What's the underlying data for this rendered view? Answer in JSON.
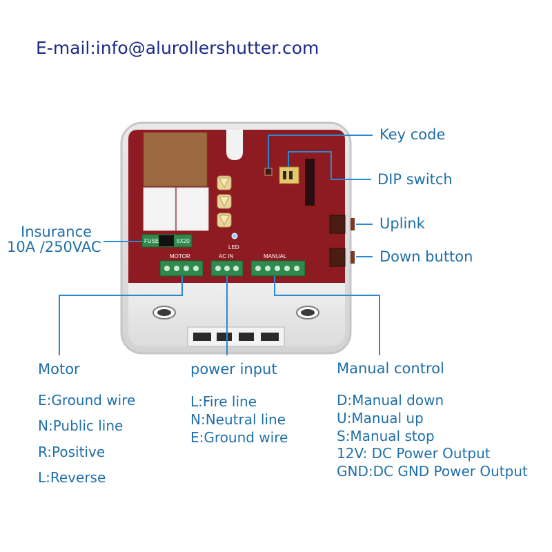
{
  "email": "E-mail:info@alurollershutter.com",
  "board": {
    "fuse_label": "FUSE",
    "fuse_size": "5X20",
    "led_label": "LED",
    "terminal_motor": "MOTOR",
    "terminal_acin": "AC IN",
    "terminal_manual": "MANUAL"
  },
  "callouts": {
    "key_code": "Key code",
    "dip_switch": "DIP switch",
    "uplink": "Uplink",
    "down_button": "Down button",
    "insurance_line1": "Insurance",
    "insurance_line2": "10A /250VAC"
  },
  "motor": {
    "heading": "Motor",
    "items": [
      "E:Ground wire",
      "N:Public line",
      "R:Positive",
      "L:Reverse"
    ]
  },
  "power": {
    "heading": "power input",
    "items": [
      "L:Fire line",
      "N:Neutral line",
      "E:Ground wire"
    ]
  },
  "manual": {
    "heading": "Manual control",
    "items": [
      "D:Manual down",
      "U:Manual up",
      "S:Manual stop",
      "12V: DC Power Output",
      "GND:DC GND Power Output"
    ]
  },
  "colors": {
    "board": "#8e1b22",
    "line": "#2a8ad0",
    "text": "#1f6fa8",
    "email": "#1c2a8a",
    "terminal": "#2f8a4e"
  }
}
